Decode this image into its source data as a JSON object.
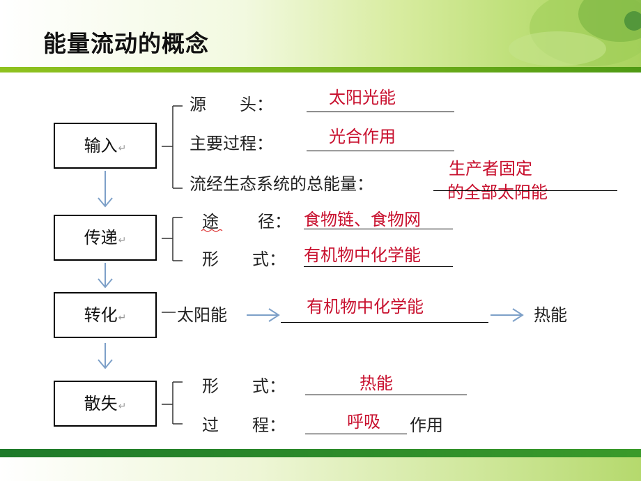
{
  "title": "能量流动的概念",
  "return_mark": "↵",
  "input": {
    "box": "输入",
    "source_label": "源　　头：",
    "source_answer": "太阳光能",
    "process_label": "主要过程：",
    "process_answer": "光合作用",
    "total_label": "流经生态系统的总能量：",
    "total_answer_1": "生产者固定",
    "total_answer_2": "的全部太阳能"
  },
  "transfer": {
    "box": "传递",
    "path_label_1": "途",
    "path_label_2": "径：",
    "path_answer": "食物链、食物网",
    "form_label": "形　　式：",
    "form_answer": "有机物中化学能"
  },
  "conversion": {
    "box": "转化",
    "start": "太阳能",
    "middle_answer": "有机物中化学能",
    "end": "热能"
  },
  "dissipation": {
    "box": "散失",
    "form_label": "形　　式：",
    "form_answer": "热能",
    "process_label": "过　　程：",
    "process_answer": "呼吸",
    "process_suffix": "作用"
  }
}
